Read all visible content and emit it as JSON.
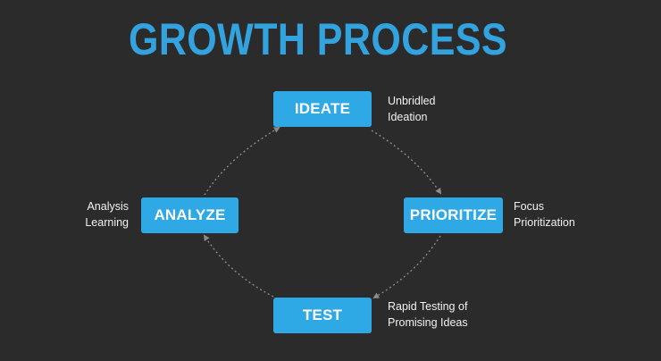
{
  "title": "GROWTH PROCESS",
  "colors": {
    "background": "#2b2b2b",
    "accent": "#2fa8e6",
    "title": "#33a3e0",
    "connector": "#8a8a8a"
  },
  "steps": [
    {
      "label": "IDEATE",
      "notes": [
        "Unbridled",
        "Ideation"
      ]
    },
    {
      "label": "PRIORITIZE",
      "notes": [
        "Focus",
        "Prioritization"
      ]
    },
    {
      "label": "TEST",
      "notes": [
        "Rapid Testing of",
        "Promising Ideas"
      ]
    },
    {
      "label": "ANALYZE",
      "notes": [
        "Analysis",
        "Learning"
      ]
    }
  ],
  "cycle": [
    "IDEATE",
    "PRIORITIZE",
    "TEST",
    "ANALYZE"
  ]
}
